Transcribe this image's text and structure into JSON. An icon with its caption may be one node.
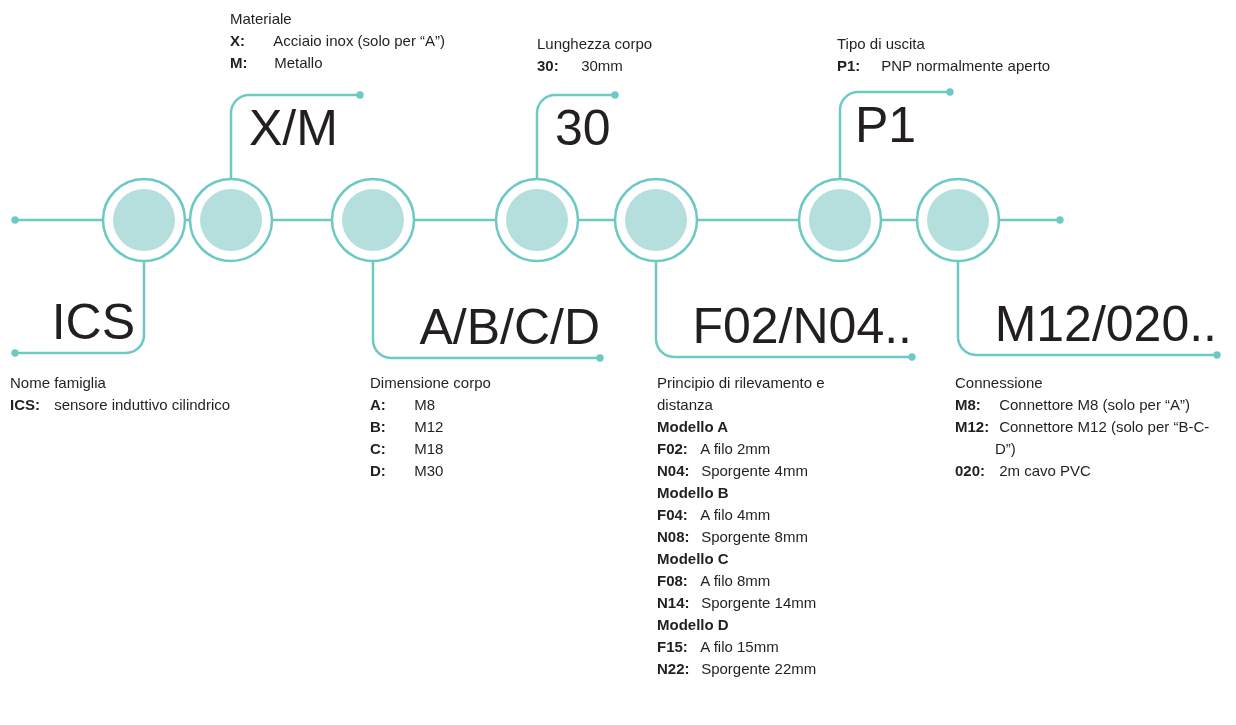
{
  "diagram": {
    "nodes": [
      {
        "text": [],
        "shape": "circle"
      },
      {
        "text": [],
        "shape": "circle"
      },
      {
        "text": [],
        "shape": "circle"
      },
      {
        "text": [],
        "shape": "circle"
      },
      {
        "text": [],
        "shape": "circle"
      },
      {
        "text": [],
        "shape": "circle"
      },
      {
        "text": [],
        "shape": "circle"
      },
      {
        "text": [
          "ICS"
        ],
        "beside": [
          "Nome famiglia",
          "**ICS:** sensore induttivo cilindrico"
        ]
      },
      {
        "text": [
          "X/M"
        ],
        "beside": [
          "Materiale",
          "**X:** Acciaio inox (solo per “A”)",
          "**M:** Metallo"
        ]
      },
      {
        "text": [
          "A/B/C/D"
        ],
        "beside": [
          "Dimensione corpo",
          "**A:** M8",
          "**B:** M12",
          "**C:** M18",
          "**D:** M30"
        ]
      },
      {
        "text": [
          "30"
        ],
        "beside": [
          "Lunghezza corpo",
          "**30:** 30mm"
        ]
      },
      {
        "text": [
          "F02/N04.."
        ],
        "beside": [
          "Principio di rilevamento e distanza",
          "**Modello A**",
          "**F02:** A filo 2mm",
          "**N04:** Sporgente 4mm",
          "**Modello B**",
          "**F04:** A filo 4mm",
          "**N08:** Sporgente 8mm",
          "**Modello C**",
          "**F08:** A filo 8mm",
          "**N14:** Sporgente 14mm",
          "**Modello D**",
          "**F15:** A filo 15mm",
          "**N22:** Sporgente 22mm"
        ]
      },
      {
        "text": [
          "P1"
        ],
        "beside": [
          "Tipo di uscita",
          "**P1:** PNP normalmente aperto"
        ]
      },
      {
        "text": [
          "M12/020.."
        ],
        "beside": [
          "Connessione",
          "**M8:** Connettore M8 (solo per “A”)",
          "**M12:** Connettore M12 (solo per “B-C-D”)",
          "**020:** 2m cavo PVC"
        ]
      }
    ],
    "edges": [
      {
        "from": null,
        "to": 0,
        "arrow": "other"
      },
      {
        "from": 0,
        "to": 1,
        "arrow": "none"
      },
      {
        "from": 1,
        "to": 2,
        "arrow": "none"
      },
      {
        "from": 2,
        "to": 3,
        "arrow": "none"
      },
      {
        "from": 3,
        "to": 4,
        "arrow": "none"
      },
      {
        "from": 4,
        "to": 5,
        "arrow": "none"
      },
      {
        "from": 5,
        "to": 6,
        "arrow": "none"
      },
      {
        "from": 6,
        "to": null,
        "arrow": "other"
      },
      {
        "from": 0,
        "to": 7,
        "arrow": "other"
      },
      {
        "from": 1,
        "to": 8,
        "arrow": "other"
      },
      {
        "from": 2,
        "to": 9,
        "arrow": "other"
      },
      {
        "from": 3,
        "to": 10,
        "arrow": "other"
      },
      {
        "from": 4,
        "to": 11,
        "arrow": "other"
      },
      {
        "from": 5,
        "to": 12,
        "arrow": "other"
      },
      {
        "from": 6,
        "to": 13,
        "arrow": "other"
      }
    ]
  }
}
